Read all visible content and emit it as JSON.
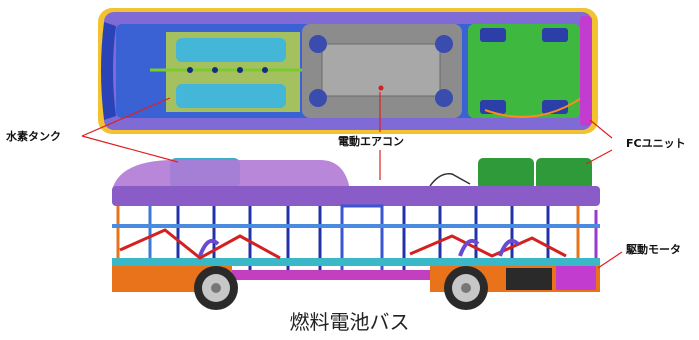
{
  "labels": {
    "hydrogen_tank": "水素タンク",
    "electric_ac": "電動エアコン",
    "fc_unit": "FCユニット",
    "drive_motor": "駆動モータ"
  },
  "caption": "燃料電池バス",
  "colors": {
    "body_purple": "#8a5cc8",
    "roof_purple": "#b07ad6",
    "tank_cyan": "#3ab0c8",
    "fc_green": "#3fb83f",
    "ac_grey": "#8c8c8c",
    "frame_blue": "#2233aa",
    "frame_orange": "#e8731a",
    "frame_red": "#d42020",
    "leader_red": "#e02020"
  }
}
